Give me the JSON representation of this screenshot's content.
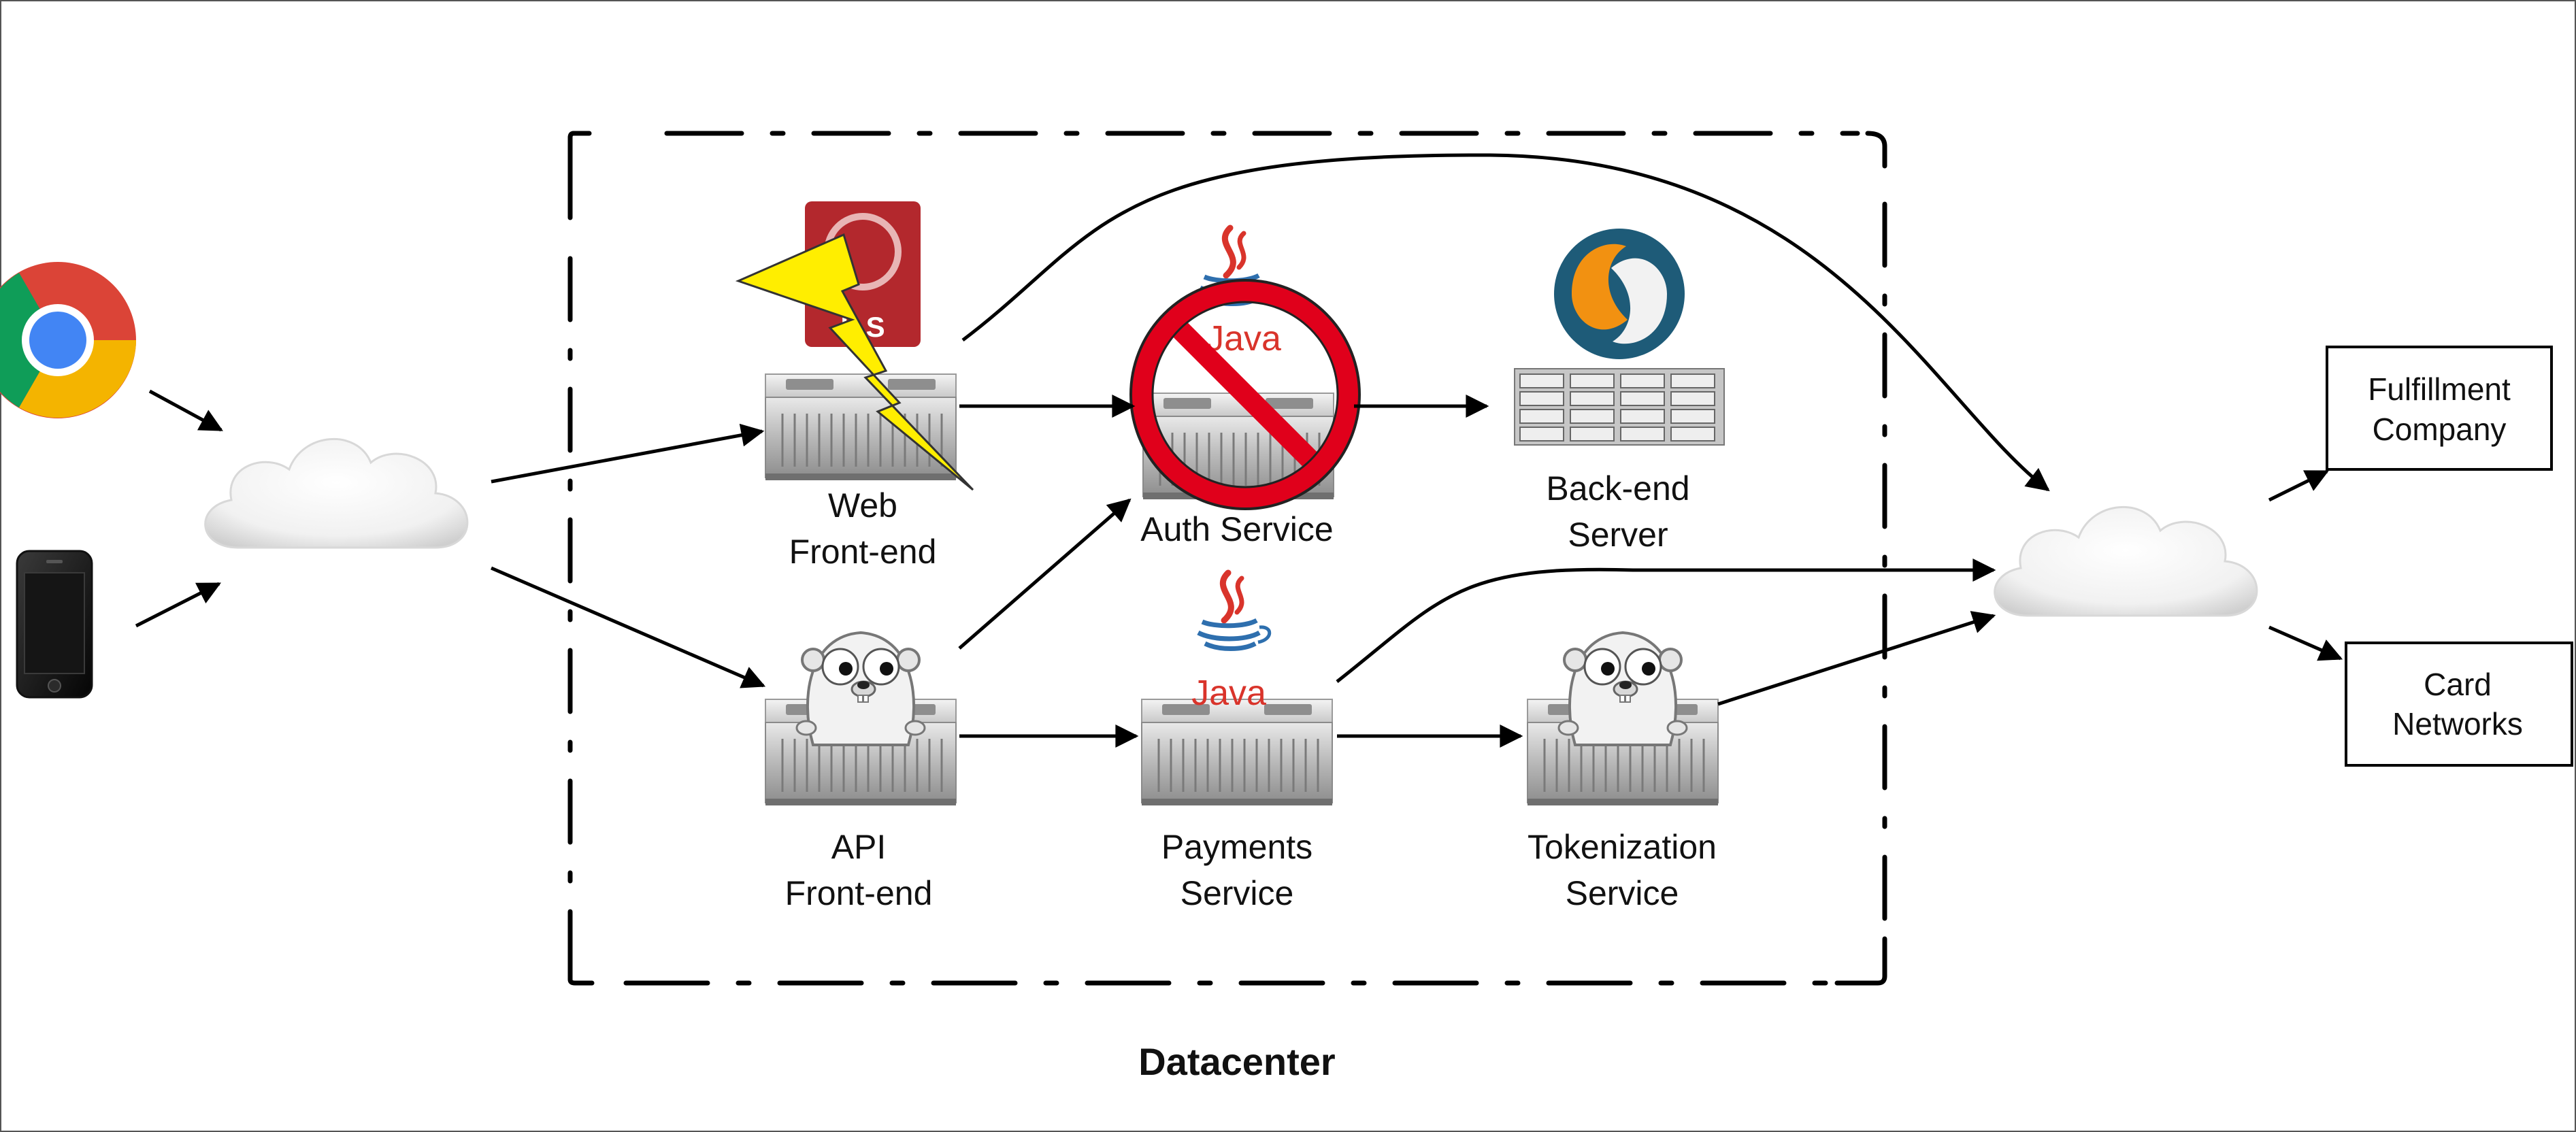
{
  "nodes": {
    "web_frontend": {
      "line1": "Web",
      "line2": "Front-end"
    },
    "auth_service": {
      "line1": "Auth Service"
    },
    "backend_server": {
      "line1": "Back-end",
      "line2": "Server"
    },
    "api_frontend": {
      "line1": "API",
      "line2": "Front-end"
    },
    "payments_service": {
      "line1": "Payments",
      "line2": "Service"
    },
    "tokenization_service": {
      "line1": "Tokenization",
      "line2": "Service"
    },
    "fulfillment_company": {
      "line1": "Fulfillment",
      "line2": "Company"
    },
    "card_networks": {
      "line1": "Card",
      "line2": "Networks"
    }
  },
  "logos": {
    "java_top": "Java",
    "java_bottom": "Java",
    "rails": "ILS"
  },
  "datacenter_label": "Datacenter",
  "icons": {
    "browser": "chrome-icon",
    "phone": "smartphone-icon",
    "internet_left": "cloud-icon",
    "internet_right": "cloud-icon",
    "rails": "rails-logo-icon",
    "java": "java-logo-icon",
    "mysql": "mysql-logo-icon",
    "gopher": "go-gopher-icon",
    "failure": "lightning-bolt-icon",
    "blocked": "prohibited-icon"
  },
  "colors": {
    "failure_bolt": "#ffee00",
    "blocked_sign": "#e0001b",
    "java_red": "#d9342b",
    "rails_red": "#b3282d",
    "mysql_blue": "#1e5b78"
  }
}
